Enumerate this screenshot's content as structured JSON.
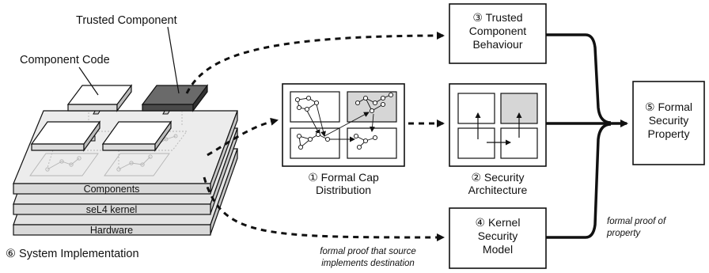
{
  "colors": {
    "stroke": "#111111",
    "box_fill": "#ffffff",
    "trusted_fill": "#6a6a6a",
    "layer_fill": "#e3e3e3",
    "highlight_fill": "#d6d6d6"
  },
  "labels": {
    "trusted_component": "Trusted Component",
    "component_code": "Component Code",
    "system_implementation": "⑥ System Implementation"
  },
  "layers": {
    "components": "Components",
    "kernel": "seL4 kernel",
    "hardware": "Hardware"
  },
  "boxes": {
    "trusted_behaviour": [
      "③ Trusted",
      "Component",
      "Behaviour"
    ],
    "formal_cap": [
      "① Formal Cap",
      "Distribution"
    ],
    "security_architecture": [
      "② Security",
      "Architecture"
    ],
    "kernel_model": [
      "④ Kernel",
      "Security",
      "Model"
    ],
    "formal_property": [
      "⑤ Formal",
      "Security",
      "Property"
    ]
  },
  "annotations": {
    "source_proof": [
      "formal proof that source",
      "implements destination"
    ],
    "property_proof": [
      "formal proof of",
      "property"
    ]
  }
}
